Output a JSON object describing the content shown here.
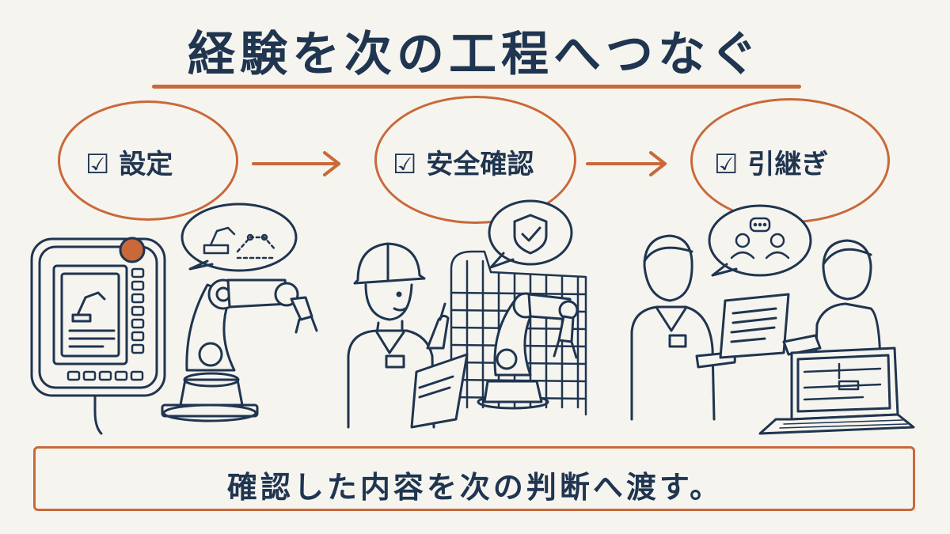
{
  "title": "経験を次の工程へつなぐ",
  "colors": {
    "ink": "#1f3550",
    "accent": "#c9693a",
    "paper": "#f6f4ef"
  },
  "steps": [
    {
      "icon": "checkbox-icon",
      "label": "設定"
    },
    {
      "icon": "checkbox-icon",
      "label": "安全確認"
    },
    {
      "icon": "checkbox-icon",
      "label": "引継ぎ"
    }
  ],
  "caption": "確認した内容を次の判断へ渡す。"
}
